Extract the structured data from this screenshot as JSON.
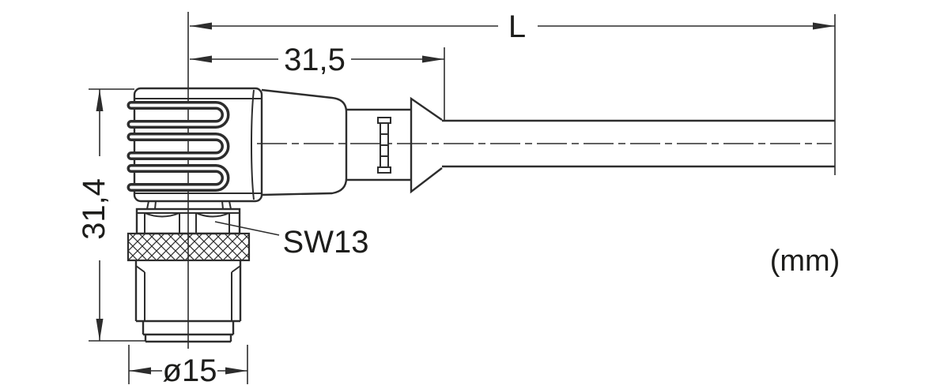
{
  "figure": {
    "unit_note": "(mm)",
    "labels": {
      "length": "L",
      "top_width": "31,5",
      "left_height": "31,4",
      "wrench_size": "SW13",
      "diameter": "ø15"
    },
    "colors": {
      "line": "#2d2d2d",
      "text": "#1d1d1b",
      "background": "#ffffff"
    }
  }
}
